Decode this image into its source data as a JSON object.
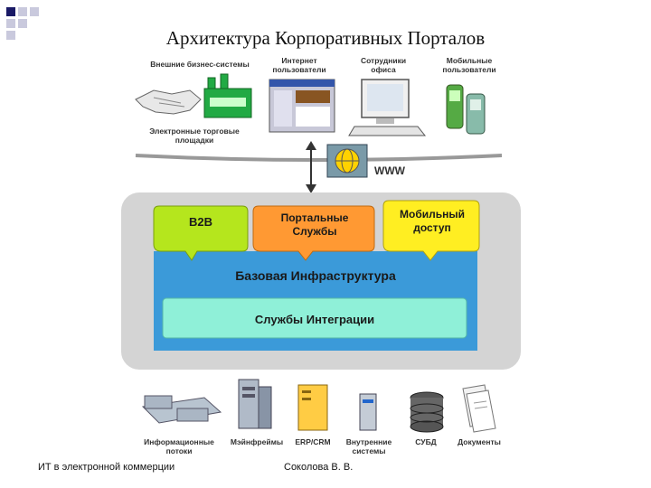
{
  "slide": {
    "title": "Архитектура Корпоративных Порталов",
    "footer_left": "ИТ в электронной коммерции",
    "footer_center": "Соколова В. В."
  },
  "top_labels": {
    "external_systems": "Внешние бизнес-системы",
    "internet_users": "Интернет пользователи",
    "office_staff": "Сотрудники офиса",
    "mobile_users": "Мобильные пользователи",
    "marketplaces": "Электронные торговые площадки",
    "www": "WWW"
  },
  "portal": {
    "b2b": "B2B",
    "portal_services": "Портальные Службы",
    "mobile_access": "Мобильный доступ",
    "base_infrastructure": "Базовая Инфраструктура",
    "integration_services": "Службы Интеграции"
  },
  "bottom_labels": {
    "info_flows": "Информационные потоки",
    "mainframes": "Мэйнфреймы",
    "erp_crm": "ERP/CRM",
    "internal_systems": "Внутренние системы",
    "dbms": "СУБД",
    "documents": "Документы"
  },
  "colors": {
    "bullet_dark": "#1a1a66",
    "b2b": "#b5e61d",
    "portal_services": "#ff9933",
    "mobile_access": "#ffee22",
    "infrastructure": "#3b9ad9",
    "integration": "#8ff0d8",
    "outer_panel": "#d4d4d4"
  }
}
